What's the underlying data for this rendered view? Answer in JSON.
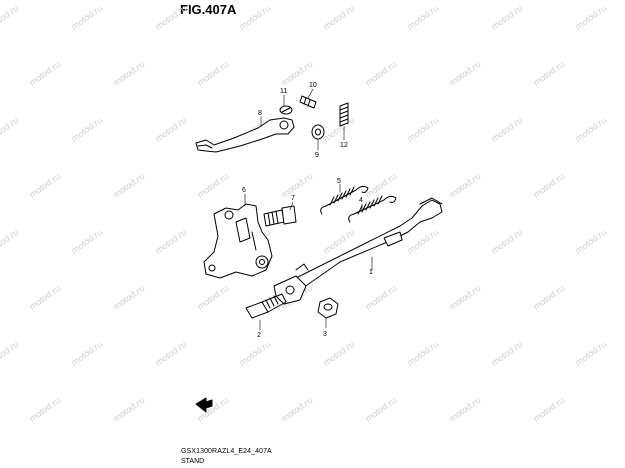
{
  "figure": {
    "title": "FIG.407A",
    "model_code": "GSX1300RAZL4_E24_407A",
    "group_name": "STAND"
  },
  "watermark_text": "motod.ru",
  "callouts": [
    "1",
    "2",
    "3",
    "4",
    "5",
    "6",
    "7",
    "8",
    "9",
    "10",
    "11",
    "12"
  ],
  "colors": {
    "line": "#000000",
    "watermark": "#cfcfcf",
    "background": "#ffffff"
  }
}
